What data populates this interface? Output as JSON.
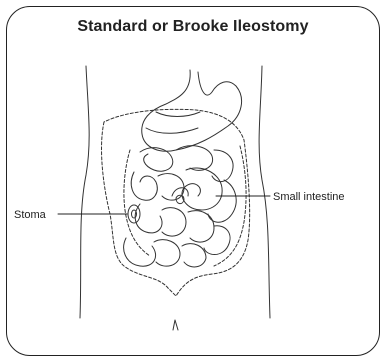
{
  "title": "Standard or Brooke Ileostomy",
  "labels": {
    "stoma": "Stoma",
    "small_intestine": "Small intestine"
  },
  "colors": {
    "line": "#222222",
    "background": "#ffffff"
  }
}
